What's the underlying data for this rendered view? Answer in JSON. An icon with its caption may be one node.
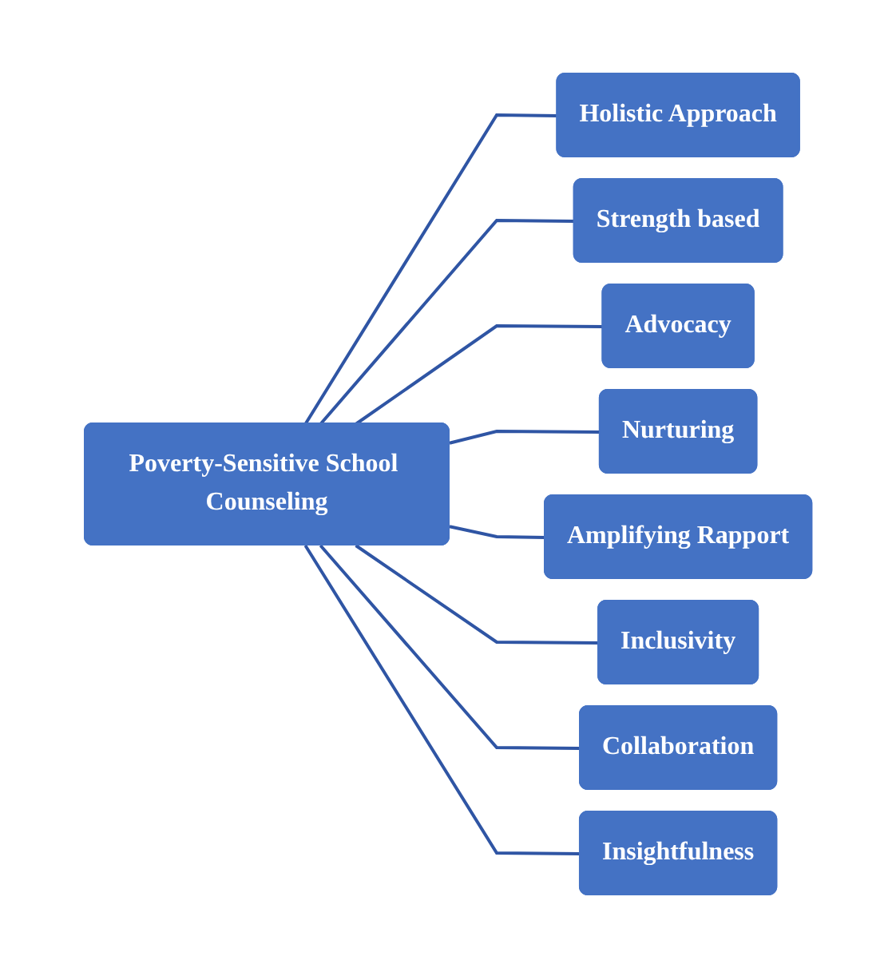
{
  "diagram": {
    "nodes": [
      {
        "text": [
          "Poverty-Sensitive School Counseling"
        ]
      },
      {
        "text": [
          "Holistic Approach"
        ]
      },
      {
        "text": [
          "Strength based"
        ]
      },
      {
        "text": [
          "Advocacy"
        ]
      },
      {
        "text": [
          "Nurturing"
        ]
      },
      {
        "text": [
          "Amplifying Rapport"
        ]
      },
      {
        "text": [
          "Inclusivity"
        ]
      },
      {
        "text": [
          "Collaboration"
        ]
      },
      {
        "text": [
          "Insightfulness"
        ]
      }
    ],
    "edges": [
      {
        "from": 0,
        "to": 1,
        "arrow": "none"
      },
      {
        "from": 0,
        "to": 2,
        "arrow": "none"
      },
      {
        "from": 0,
        "to": 3,
        "arrow": "none"
      },
      {
        "from": 0,
        "to": 4,
        "arrow": "none"
      },
      {
        "from": 0,
        "to": 5,
        "arrow": "none"
      },
      {
        "from": 0,
        "to": 6,
        "arrow": "none"
      },
      {
        "from": 0,
        "to": 7,
        "arrow": "none"
      },
      {
        "from": 0,
        "to": 8,
        "arrow": "none"
      }
    ]
  }
}
